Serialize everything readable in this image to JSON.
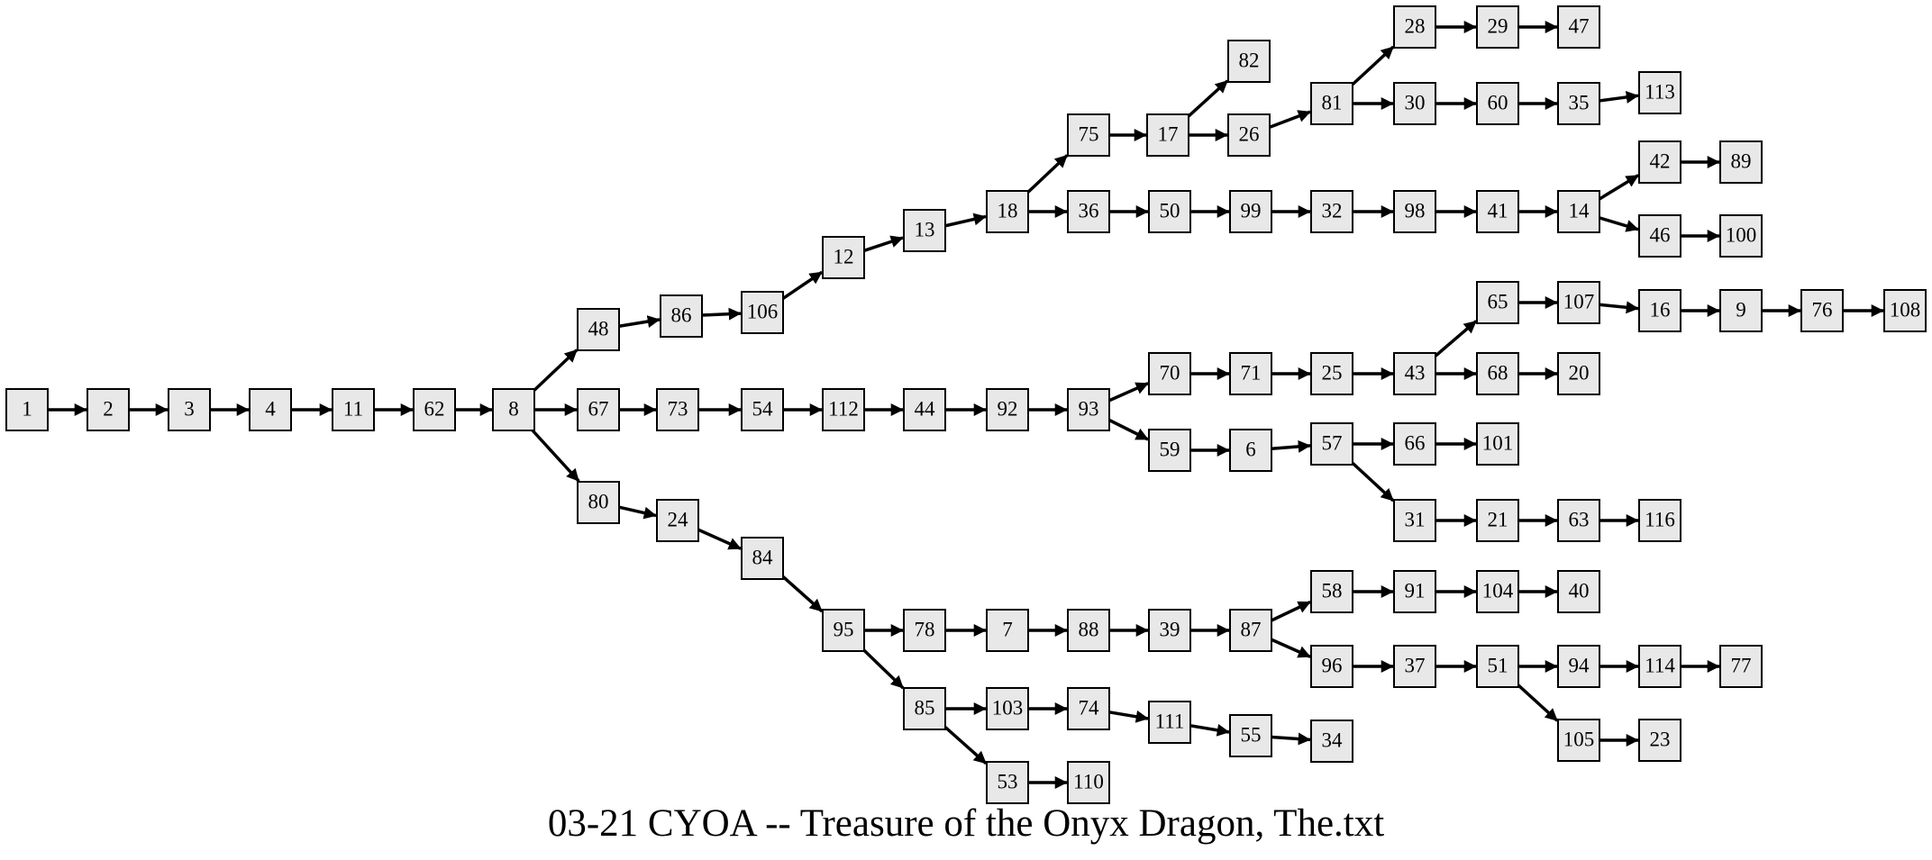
{
  "caption": "03-21 CYOA -- Treasure of the Onyx Dragon, The.txt",
  "colors": {
    "node_fill": "#e8e8e8",
    "stroke": "#000000",
    "background": "#ffffff"
  },
  "nodes": [
    "1",
    "2",
    "3",
    "4",
    "11",
    "62",
    "8",
    "48",
    "67",
    "80",
    "86",
    "106",
    "12",
    "13",
    "18",
    "75",
    "36",
    "17",
    "82",
    "26",
    "81",
    "28",
    "29",
    "47",
    "30",
    "60",
    "35",
    "113",
    "50",
    "99",
    "32",
    "98",
    "41",
    "14",
    "42",
    "89",
    "46",
    "100",
    "73",
    "54",
    "112",
    "44",
    "92",
    "93",
    "70",
    "71",
    "25",
    "43",
    "65",
    "107",
    "16",
    "9",
    "76",
    "108",
    "68",
    "20",
    "59",
    "6",
    "57",
    "66",
    "101",
    "31",
    "21",
    "63",
    "116",
    "24",
    "84",
    "95",
    "78",
    "7",
    "88",
    "39",
    "87",
    "58",
    "91",
    "104",
    "40",
    "96",
    "37",
    "51",
    "94",
    "114",
    "77",
    "105",
    "23",
    "85",
    "103",
    "74",
    "111",
    "55",
    "34",
    "53",
    "110"
  ],
  "edges": [
    [
      "1",
      "2"
    ],
    [
      "2",
      "3"
    ],
    [
      "3",
      "4"
    ],
    [
      "4",
      "11"
    ],
    [
      "11",
      "62"
    ],
    [
      "62",
      "8"
    ],
    [
      "8",
      "48"
    ],
    [
      "8",
      "67"
    ],
    [
      "8",
      "80"
    ],
    [
      "48",
      "86"
    ],
    [
      "86",
      "106"
    ],
    [
      "106",
      "12"
    ],
    [
      "12",
      "13"
    ],
    [
      "13",
      "18"
    ],
    [
      "18",
      "75"
    ],
    [
      "18",
      "36"
    ],
    [
      "75",
      "17"
    ],
    [
      "17",
      "82"
    ],
    [
      "17",
      "26"
    ],
    [
      "26",
      "81"
    ],
    [
      "81",
      "28"
    ],
    [
      "81",
      "30"
    ],
    [
      "28",
      "29"
    ],
    [
      "29",
      "47"
    ],
    [
      "30",
      "60"
    ],
    [
      "60",
      "35"
    ],
    [
      "35",
      "113"
    ],
    [
      "36",
      "50"
    ],
    [
      "50",
      "99"
    ],
    [
      "99",
      "32"
    ],
    [
      "32",
      "98"
    ],
    [
      "98",
      "41"
    ],
    [
      "41",
      "14"
    ],
    [
      "14",
      "42"
    ],
    [
      "14",
      "46"
    ],
    [
      "42",
      "89"
    ],
    [
      "46",
      "100"
    ],
    [
      "67",
      "73"
    ],
    [
      "73",
      "54"
    ],
    [
      "54",
      "112"
    ],
    [
      "112",
      "44"
    ],
    [
      "44",
      "92"
    ],
    [
      "92",
      "93"
    ],
    [
      "93",
      "70"
    ],
    [
      "93",
      "59"
    ],
    [
      "70",
      "71"
    ],
    [
      "71",
      "25"
    ],
    [
      "25",
      "43"
    ],
    [
      "43",
      "65"
    ],
    [
      "43",
      "68"
    ],
    [
      "65",
      "107"
    ],
    [
      "107",
      "16"
    ],
    [
      "16",
      "9"
    ],
    [
      "9",
      "76"
    ],
    [
      "76",
      "108"
    ],
    [
      "68",
      "20"
    ],
    [
      "59",
      "6"
    ],
    [
      "6",
      "57"
    ],
    [
      "57",
      "66"
    ],
    [
      "57",
      "31"
    ],
    [
      "66",
      "101"
    ],
    [
      "31",
      "21"
    ],
    [
      "21",
      "63"
    ],
    [
      "63",
      "116"
    ],
    [
      "80",
      "24"
    ],
    [
      "24",
      "84"
    ],
    [
      "84",
      "95"
    ],
    [
      "95",
      "78"
    ],
    [
      "95",
      "85"
    ],
    [
      "78",
      "7"
    ],
    [
      "7",
      "88"
    ],
    [
      "88",
      "39"
    ],
    [
      "39",
      "87"
    ],
    [
      "87",
      "58"
    ],
    [
      "87",
      "96"
    ],
    [
      "58",
      "91"
    ],
    [
      "91",
      "104"
    ],
    [
      "104",
      "40"
    ],
    [
      "96",
      "37"
    ],
    [
      "37",
      "51"
    ],
    [
      "51",
      "94"
    ],
    [
      "51",
      "105"
    ],
    [
      "94",
      "114"
    ],
    [
      "114",
      "77"
    ],
    [
      "105",
      "23"
    ],
    [
      "85",
      "103"
    ],
    [
      "85",
      "53"
    ],
    [
      "103",
      "74"
    ],
    [
      "74",
      "111"
    ],
    [
      "111",
      "55"
    ],
    [
      "55",
      "34"
    ],
    [
      "53",
      "110"
    ]
  ]
}
